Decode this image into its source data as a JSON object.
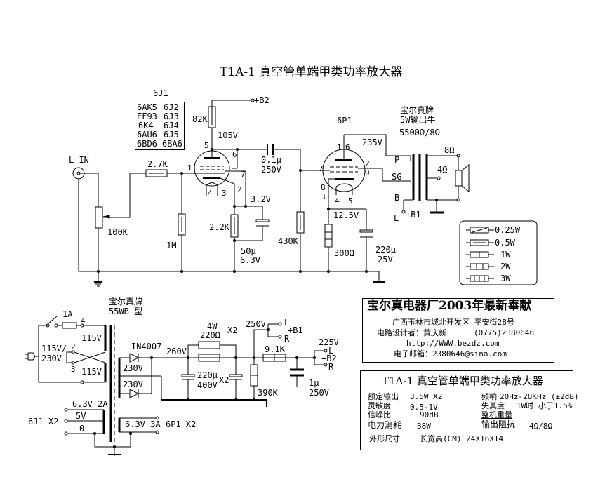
{
  "title": "T1A-1 真空管单端甲类功率放大器",
  "tube_table": {
    "heading": "6J1",
    "col1": [
      "6AK5",
      "EF93",
      "6K4",
      "6AU6",
      "6BD6"
    ],
    "col2": [
      "6J2",
      "6J3",
      "6J4",
      "6J5",
      "6BA6"
    ]
  },
  "input": {
    "label": "L IN"
  },
  "preamp": {
    "r_input_series": "2.7K",
    "volume_pot": "100K",
    "r_grid": "1M",
    "r_plate": "82K",
    "plate_supply": "+B2",
    "plate_voltage": "105V",
    "r_cathode": "2.2K",
    "cathode_voltage": "3.2V",
    "c_cathode": [
      "50μ",
      "6.3V"
    ],
    "pins": [
      "1",
      "2",
      "3",
      "4",
      "5",
      "6",
      "7"
    ]
  },
  "coupling": {
    "capacitor": [
      "0.1μ",
      "250V"
    ],
    "r_grid_power": "430K"
  },
  "power_tube": {
    "name": "6P1",
    "plate_voltage": "235V",
    "cathode_voltage": "12.5V",
    "r_cathode": "300Ω",
    "c_cathode": [
      "220μ",
      "25V"
    ],
    "pins": [
      "1",
      "6",
      "2",
      "9",
      "7",
      "8",
      "3",
      "4",
      "5"
    ]
  },
  "output_transformer": {
    "brand": "宝尔真牌",
    "type": "5W输出牛",
    "ratio": "5500Ω/8Ω",
    "taps": [
      "P",
      "SG",
      "B"
    ],
    "supply": [
      "L",
      "+B1"
    ],
    "secondary": [
      "8Ω",
      "4Ω"
    ]
  },
  "resistor_legend": {
    "items": [
      "0.25W",
      "0.5W",
      "1W",
      "2W",
      "3W"
    ]
  },
  "power_supply": {
    "transformer_brand": "宝尔真牌",
    "transformer_type": "55WB 型",
    "fuse": "1A",
    "mains": [
      "115V/",
      "230V"
    ],
    "primary": [
      "115V",
      "115V"
    ],
    "pins": [
      "4",
      "2",
      "3"
    ],
    "rectifier": "IN4007",
    "secondary": [
      "230V",
      "230V"
    ],
    "rect_voltage": "260V",
    "filter_r": [
      "4W",
      "220Ω",
      "X2"
    ],
    "filter_c": [
      "220μ",
      "400V",
      "X2"
    ],
    "b1_voltage": "250V",
    "b1_taps": [
      "L",
      "+B1",
      "R"
    ],
    "r_b2": "9.1K",
    "r_bleeder": "390K",
    "c_b2": [
      "1μ",
      "250V"
    ],
    "b2_voltage": "225V",
    "b2_taps": [
      "L",
      "+B2",
      "R"
    ],
    "heater_left": {
      "tubes": "6J1 X2",
      "taps": [
        "6.3V 2A",
        "5V",
        "0"
      ]
    },
    "heater_right": {
      "tubes": "6P1 X2",
      "tap": "6.3V 3A"
    }
  },
  "vendor": {
    "headline": "宝尔真电器厂2003年最新奉献",
    "address": "广西玉林市城北开发区 平安街28号",
    "designer": "电路设计者：黄庆新",
    "phone": "(0775)2380646",
    "website": "http://WWW.bezdz.com",
    "email": "电子邮箱：2380646@sina.com"
  },
  "specs": {
    "title": "T1A-1 真空管单端甲类功率放大器",
    "rows": [
      {
        "label": "额定输出",
        "value": "3.5W X2",
        "label2": "频响",
        "value2": "20Hz-28KHz (±2dB)"
      },
      {
        "label": "灵敏度",
        "value": "0.5-1V",
        "label2": "失真度",
        "value2": "1W时 小于1.5%"
      },
      {
        "label": "信噪比",
        "value": "90dB",
        "label2": "整机重量",
        "value2": ""
      },
      {
        "label": "电力消耗",
        "value": "38W",
        "label2": "输出阻抗",
        "value2": "4Ω/8Ω"
      },
      {
        "label": "外形尺寸",
        "value": "长宽高(CM) 24X16X14",
        "label2": "",
        "value2": ""
      }
    ]
  }
}
